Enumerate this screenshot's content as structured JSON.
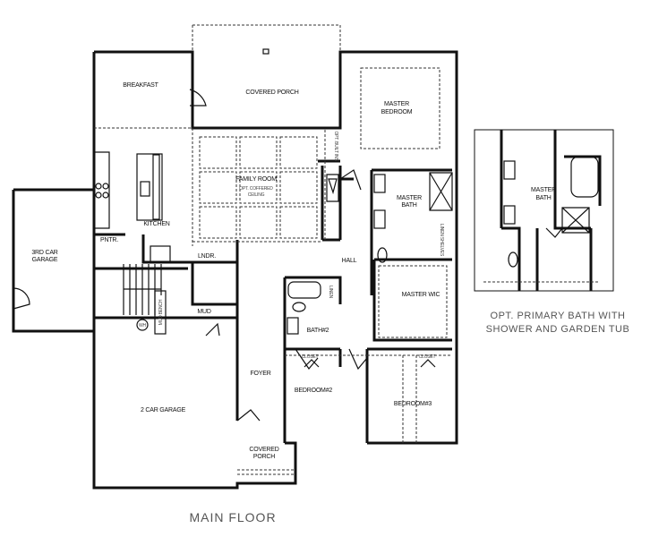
{
  "plan": {
    "title": "MAIN FLOOR",
    "rooms": {
      "breakfast": "BREAKFAST",
      "covered_porch_rear": "COVERED PORCH",
      "master_bedroom": [
        "MASTER",
        "BEDROOM"
      ],
      "family_room": "FAMILY ROOM",
      "family_room_note": [
        "OPT. COFFERED",
        "CEILING"
      ],
      "opt_built_ins": "OPT. BUILT INS",
      "kitchen": "KITCHEN",
      "pantry": "PNTR.",
      "third_car_garage": [
        "3RD CAR",
        "GARAGE"
      ],
      "laundry": "LNDR.",
      "mud": "MUD",
      "mud_bench": "MUD BENCH",
      "water_heater": "WH",
      "hall": "HALL",
      "master_bath": [
        "MASTER",
        "BATH"
      ],
      "linen_shelves": "LINEN SHELVES",
      "linen": "LINEN",
      "master_wic": "MASTER WIC",
      "bath2": "BATH#2",
      "closet_2": "CLOSET",
      "closet_3": "CLOSET",
      "bedroom2": "BEDROOM#2",
      "bedroom3": "BEDROOM#3",
      "foyer": "FOYER",
      "two_car_garage": "2 CAR GARAGE",
      "covered_porch_front": [
        "COVERED",
        "PORCH"
      ]
    }
  },
  "inset": {
    "room_label": [
      "MASTER",
      "BATH"
    ],
    "caption": [
      "OPT. PRIMARY BATH WITH",
      "SHOWER AND GARDEN TUB"
    ]
  }
}
